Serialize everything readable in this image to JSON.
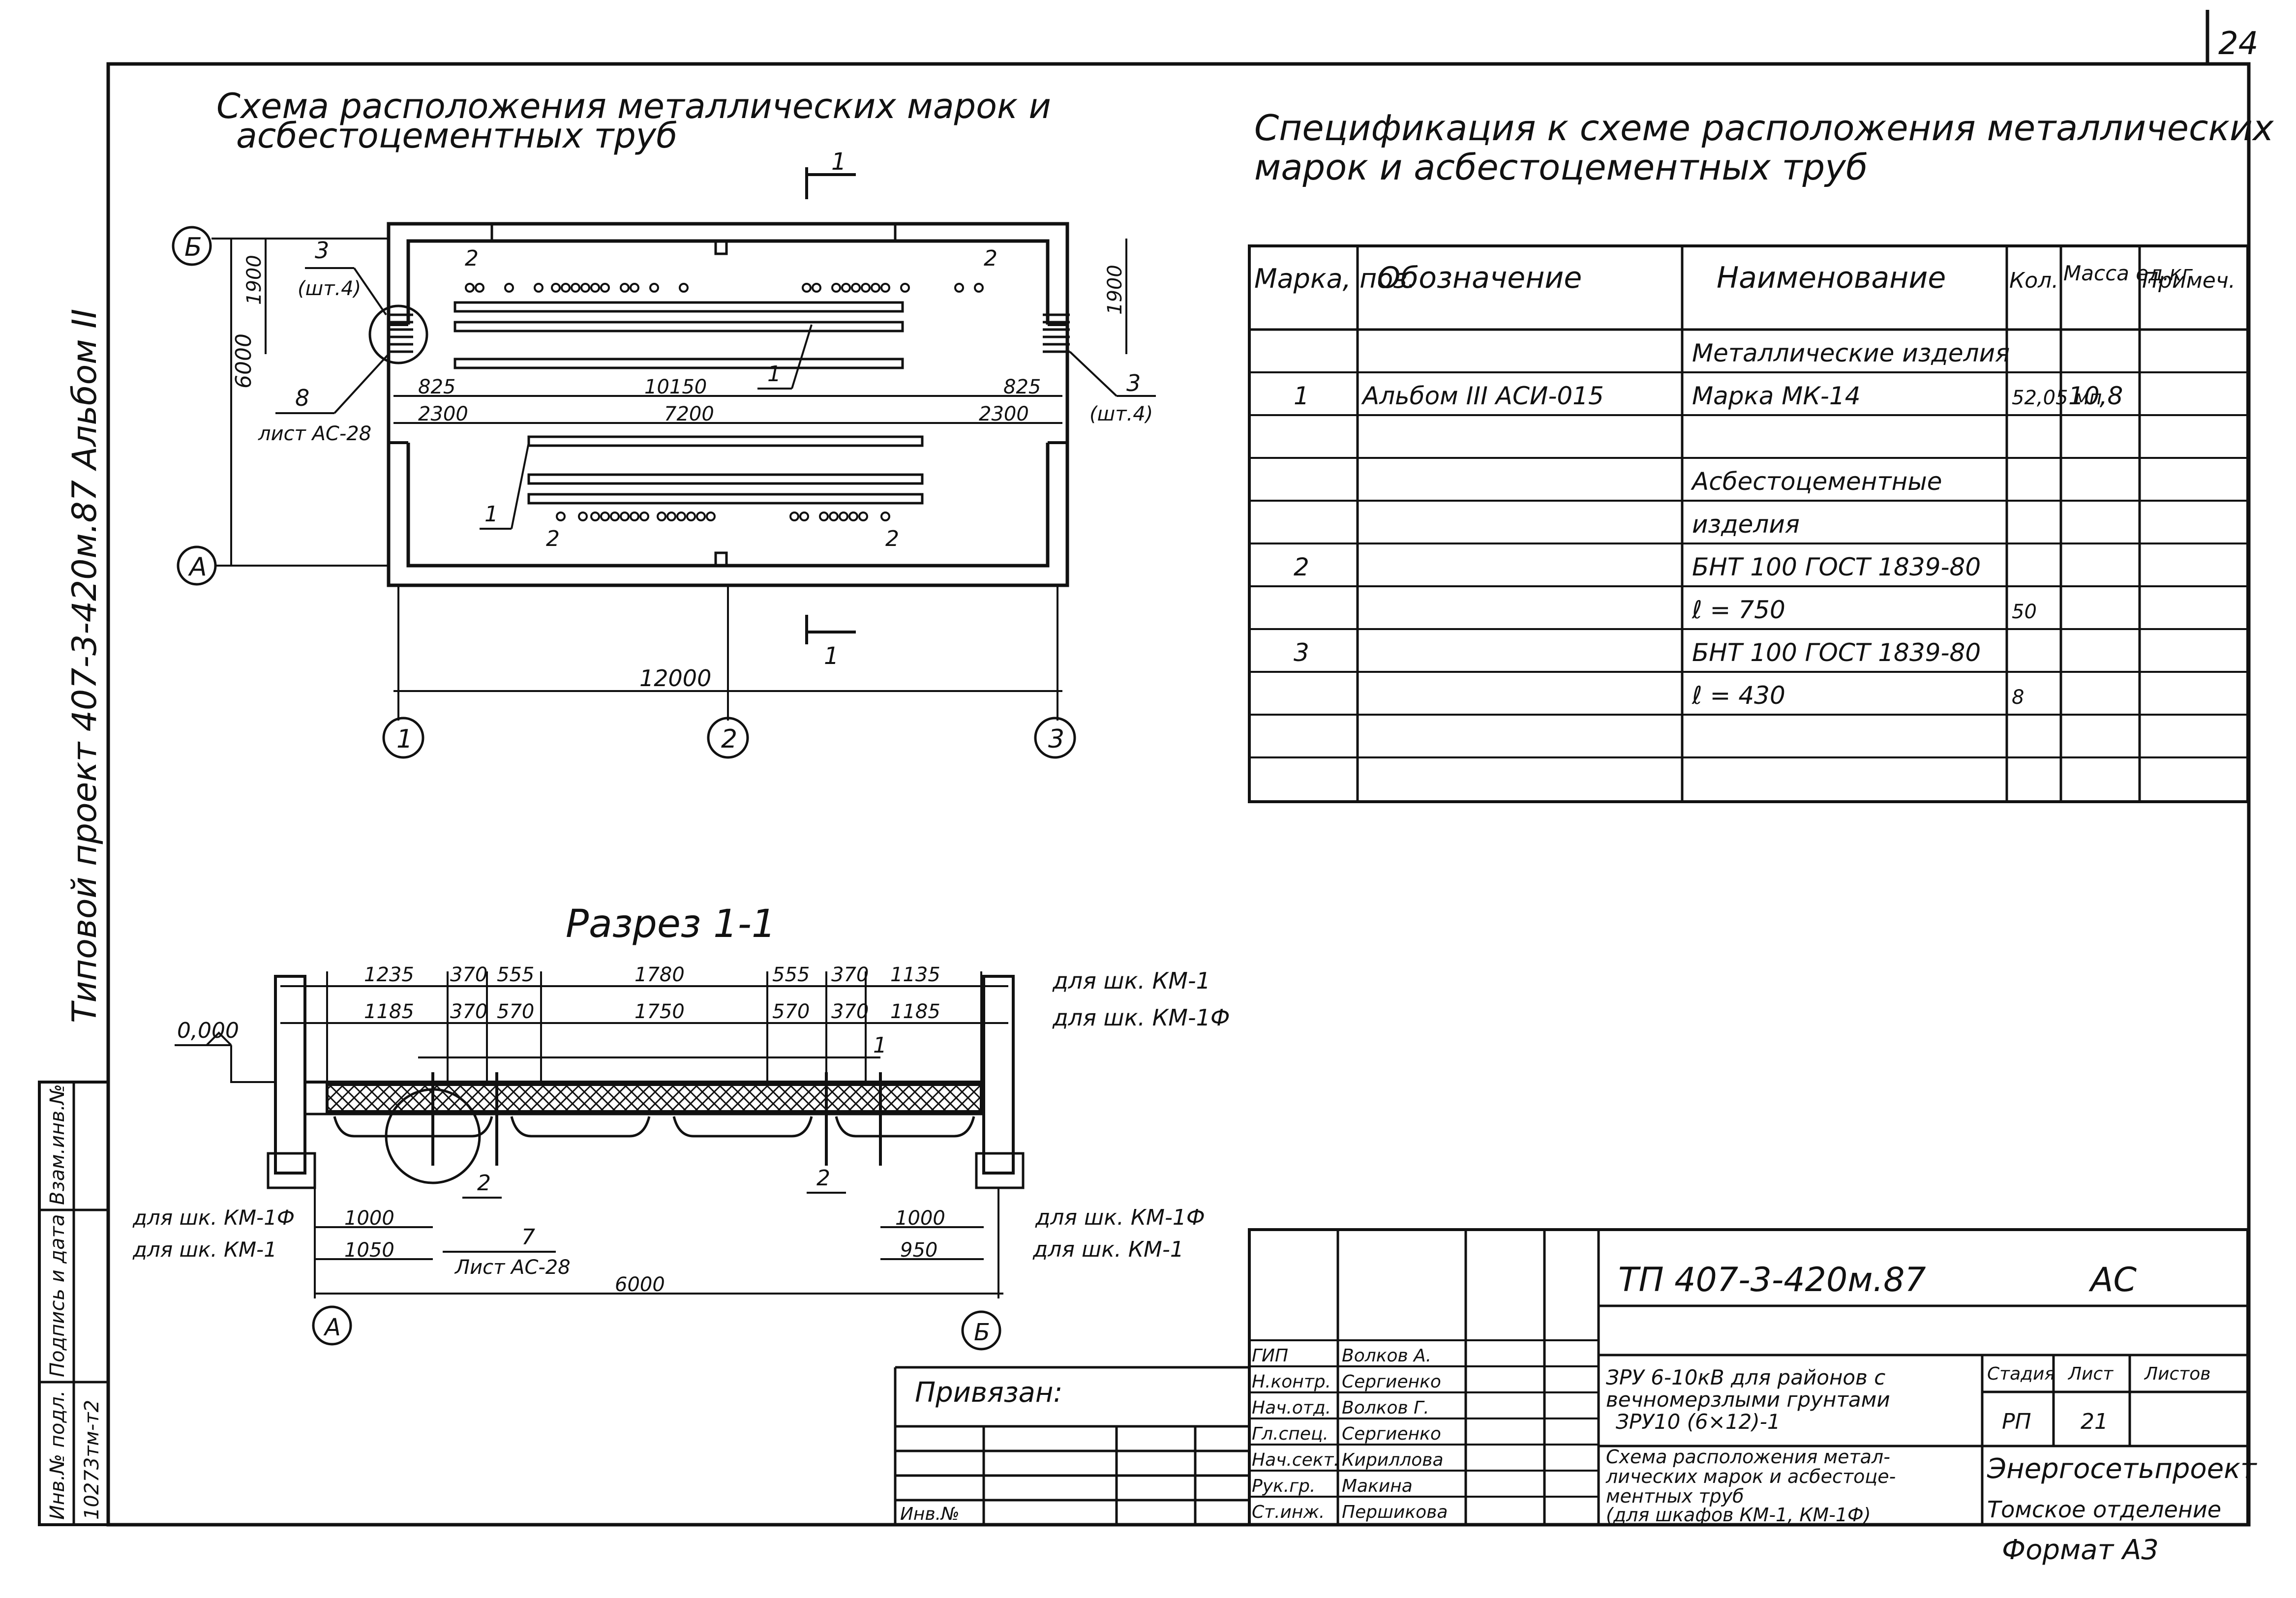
{
  "page": {
    "sheet_no": "24",
    "format": "Формат А3"
  },
  "side": {
    "project": "Типовой проект 407-3-420м.87 Альбом II",
    "stamp_labels": [
      "Взам.инв.№",
      "Подпись и дата",
      "Инв.№ подл."
    ],
    "inv_no": "10273тм-т2"
  },
  "plan": {
    "title_l1": "Схема расположения металлических марок и",
    "title_l2": "асбестоцементных труб",
    "axes": {
      "b": "Б",
      "a": "А",
      "c1": "1",
      "c2": "2",
      "c3": "3"
    },
    "section_mark": "1",
    "dims": {
      "d1900": "1900",
      "d6000": "6000",
      "d825": "825",
      "d10150": "10150",
      "d2300": "2300",
      "d7200": "7200",
      "d12000": "12000"
    },
    "callouts": {
      "pos1": "1",
      "pos2": "2",
      "pos3": "3",
      "pc4": "(шт.4)",
      "pos8": "8",
      "sheet_ac28": "лист АС-28"
    }
  },
  "section": {
    "title": "Разрез 1-1",
    "level": "0,000",
    "top_km1": [
      "1235",
      "370",
      "555",
      "1780",
      "555",
      "370",
      "1135"
    ],
    "top_km1f": [
      "1185",
      "370",
      "570",
      "1750",
      "570",
      "370",
      "1185"
    ],
    "for_km1": "для шк. КМ-1",
    "for_km1f": "для шк. КМ-1Ф",
    "left_1000": "1000",
    "left_1050": "1050",
    "right_1000": "1000",
    "right_950": "950",
    "total": "6000",
    "axis_a": "А",
    "axis_b": "Б",
    "pos1": "1",
    "pos2": "2",
    "pos7": "7",
    "sheet_ac28": "Лист АС-28"
  },
  "spec": {
    "title_l1": "Спецификация к схеме расположения металлических",
    "title_l2": "марок и асбестоцементных труб",
    "headers": [
      "Марка, поз.",
      "Обозначение",
      "Наименование",
      "Кол.",
      "Масса ед.кг",
      "Примеч."
    ],
    "rows": [
      {
        "mark": "",
        "desig": "",
        "name": "Металлические изделия",
        "qty": "",
        "mass": "",
        "note": ""
      },
      {
        "mark": "1",
        "desig": "Альбом III АСИ-015",
        "name": "Марка МК-14",
        "qty": "52,05 мп",
        "mass": "10,8",
        "note": ""
      },
      {
        "mark": "",
        "desig": "",
        "name": "",
        "qty": "",
        "mass": "",
        "note": ""
      },
      {
        "mark": "",
        "desig": "",
        "name": "Асбестоцементные",
        "qty": "",
        "mass": "",
        "note": ""
      },
      {
        "mark": "",
        "desig": "",
        "name": "изделия",
        "qty": "",
        "mass": "",
        "note": ""
      },
      {
        "mark": "2",
        "desig": "",
        "name": "БНТ 100 ГОСТ 1839-80",
        "qty": "",
        "mass": "",
        "note": ""
      },
      {
        "mark": "",
        "desig": "",
        "name": "ℓ = 750",
        "qty": "50",
        "mass": "",
        "note": ""
      },
      {
        "mark": "3",
        "desig": "",
        "name": "БНТ 100 ГОСТ 1839-80",
        "qty": "",
        "mass": "",
        "note": ""
      },
      {
        "mark": "",
        "desig": "",
        "name": "ℓ = 430",
        "qty": "8",
        "mass": "",
        "note": ""
      },
      {
        "mark": "",
        "desig": "",
        "name": "",
        "qty": "",
        "mass": "",
        "note": ""
      },
      {
        "mark": "",
        "desig": "",
        "name": "",
        "qty": "",
        "mass": "",
        "note": ""
      }
    ]
  },
  "stamp": {
    "doc": "ТП 407-3-420м.87",
    "code": "АС",
    "bound": "Привязан:",
    "inv": "Инв.№",
    "roles": [
      {
        "role": "ГИП",
        "name": "Волков А."
      },
      {
        "role": "Н.контр.",
        "name": "Сергиенко"
      },
      {
        "role": "Нач.отд.",
        "name": "Волков Г."
      },
      {
        "role": "Гл.спец.",
        "name": "Сергиенко"
      },
      {
        "role": "Нач.сект.",
        "name": "Кириллова"
      },
      {
        "role": "Рук.гр.",
        "name": "Макина"
      },
      {
        "role": "Ст.инж.",
        "name": "Першикова"
      }
    ],
    "object": [
      "ЗРУ 6-10кВ для районов с",
      "вечномерзлыми грунтами",
      "ЗРУ10 (6×12)-1"
    ],
    "sheet_title": [
      "Схема расположения метал-",
      "лических марок и асбестоце-",
      "ментных труб",
      "(для шкафов КМ-1, КМ-1Ф)"
    ],
    "stage_label": "Стадия",
    "stage": "РП",
    "sheet_label": "Лист",
    "sheet": "21",
    "sheets_label": "Листов",
    "org": "Энергосетьпроект",
    "dept": "Томское отделение"
  }
}
